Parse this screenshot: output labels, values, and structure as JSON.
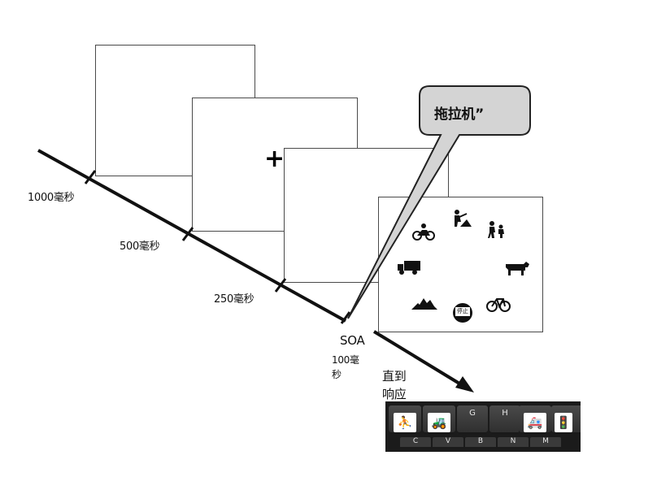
{
  "timeline": {
    "labels": [
      "1000毫秒",
      "500毫秒",
      "250毫秒"
    ],
    "soa_label": "SOA",
    "soa_time_line1": "100毫",
    "soa_time_line2": "秒",
    "until_line1": "直到",
    "until_line2": "响应"
  },
  "fixation": {
    "symbol": "+"
  },
  "speech_bubble": {
    "text": "拖拉机”"
  },
  "display_icons": [
    "motorcycle-icon",
    "construction-worker-icon",
    "children-crossing-icon",
    "truck-icon",
    "cow-icon",
    "tree-icon",
    "stop-sign-icon",
    "bicycle-icon"
  ],
  "stop_sign": {
    "text": "停止"
  },
  "keyboard": {
    "top_keys": [
      "G",
      "H"
    ],
    "bottom_keys": [
      "C",
      "V",
      "B",
      "N",
      "M"
    ],
    "icon_keys": [
      "children-crossing-icon",
      "tractor-icon",
      "ambulance-icon",
      "traffic-light-icon"
    ]
  },
  "colors": {
    "bubble_fill": "#d4d4d4",
    "line": "#111111",
    "key": "#333333"
  }
}
